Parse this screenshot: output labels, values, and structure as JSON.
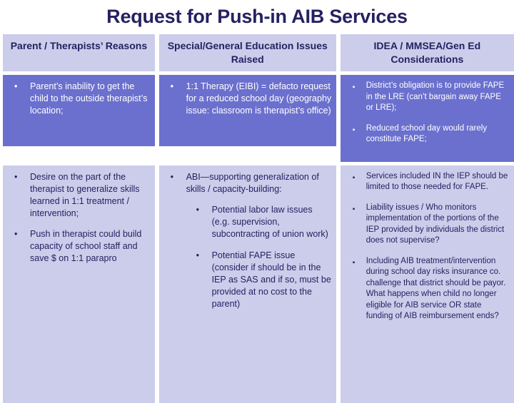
{
  "slide": {
    "title": "Request for Push-in AIB Services",
    "colors": {
      "title_text": "#262161",
      "header_bg": "#CCCDEB",
      "row_dark_bg": "#6B70CE",
      "row_light_bg": "#CCCDEB",
      "dark_row_text": "#FFFFFF",
      "light_row_text": "#262161",
      "page_bg": "#FFFFFF"
    }
  },
  "table": {
    "headers": [
      "Parent / Therapists’ Reasons",
      "Special/General Education Issues Raised",
      "IDEA / MMSEA/Gen Ed Considerations"
    ],
    "bullet_glyph": "•",
    "square_bullet_glyph": "▪",
    "rows": [
      {
        "style": "dark",
        "cells": [
          {
            "bullets": [
              {
                "text": "Parent’s inability to get the child to the outside therapist’s location;"
              }
            ]
          },
          {
            "bullets": [
              {
                "text": "1:1 Therapy (EIBI) = defacto request for a reduced school day (geography issue: classroom is therapist’s office)"
              }
            ]
          },
          {
            "bullets": [
              {
                "text": "District’s obligation is to provide FAPE in the LRE (can’t bargain away FAPE or LRE);"
              },
              {
                "text": "Reduced school day would rarely constitute FAPE;"
              }
            ]
          }
        ]
      },
      {
        "style": "light",
        "cells": [
          {
            "bullets": [
              {
                "text": "Desire on the part of the therapist to generalize skills learned in 1:1 treatment / intervention;"
              },
              {
                "text": "Push in therapist could build capacity of school staff and save $ on 1:1 parapro"
              }
            ]
          },
          {
            "bullets": [
              {
                "text": "ABI—supporting generalization of skills / capacity-building:",
                "subbullets": [
                  {
                    "text": "Potential labor law issues (e.g. supervision, subcontracting of union work)"
                  },
                  {
                    "text": "Potential FAPE issue (consider if should be in the IEP as SAS and if so, must be provided at no cost to the parent)"
                  }
                ]
              }
            ]
          },
          {
            "bullets": [
              {
                "text": "Services included IN the IEP should be limited to those needed for FAPE."
              },
              {
                "text": "Liability issues / Who monitors implementation of the portions of the IEP provided by individuals the district does not supervise?"
              },
              {
                "text": "Including AIB treatment/intervention during school day risks insurance co. challenge that district should be payor.  What happens when child no longer eligible for AIB service OR state funding of AIB reimbursement ends?"
              }
            ]
          }
        ]
      }
    ]
  }
}
